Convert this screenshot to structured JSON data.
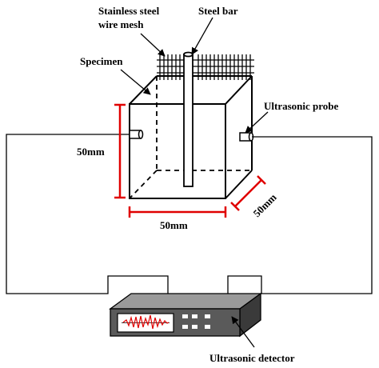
{
  "labels": {
    "mesh_line1": "Stainless steel",
    "mesh_line2": "wire mesh",
    "steel_bar": "Steel bar",
    "specimen": "Specimen",
    "probe": "Ultrasonic probe",
    "dim_height": "50mm",
    "dim_width": "50mm",
    "dim_depth": "50mm",
    "detector": "Ultrasonic detector"
  },
  "colors": {
    "line": "#000000",
    "dimension": "#e00000",
    "device_body": "#4a4a4a",
    "device_front": "#707070",
    "screen": "#ffffff",
    "signal": "#e00000"
  }
}
